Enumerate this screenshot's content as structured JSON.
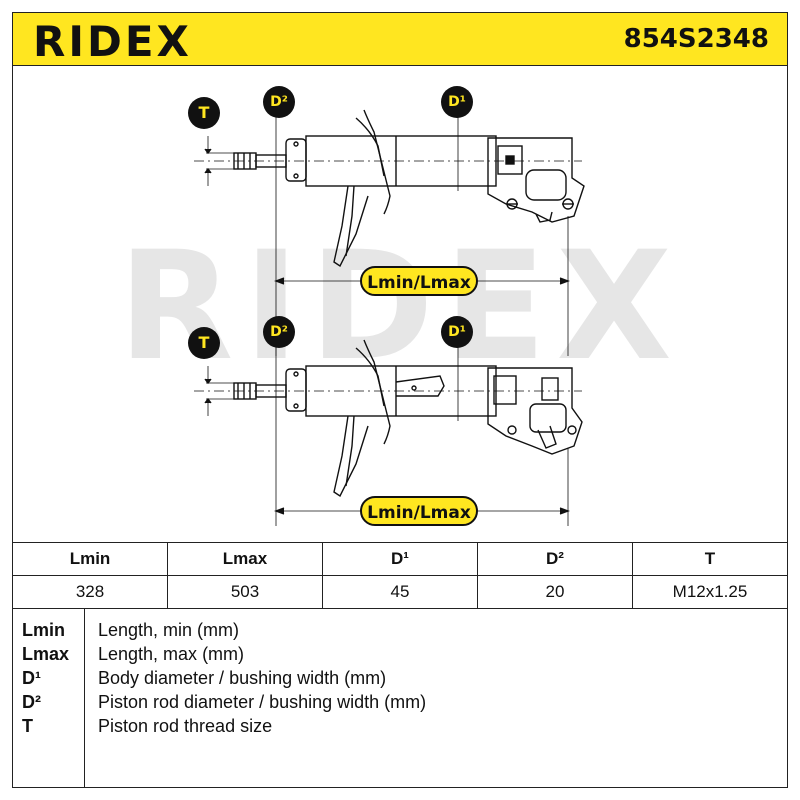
{
  "header": {
    "brand": "RIDEX",
    "part_number": "854S2348"
  },
  "watermark": "RIDEX",
  "dimension_labels": {
    "thread": "T",
    "rod_diameter": "D²",
    "body_diameter": "D¹",
    "length": "Lmin/Lmax"
  },
  "table": {
    "headers": [
      "Lmin",
      "Lmax",
      "D¹",
      "D²",
      "T"
    ],
    "values": [
      "328",
      "503",
      "45",
      "20",
      "M12x1.25"
    ]
  },
  "legend": [
    {
      "key": "Lmin",
      "desc": "Length, min (mm)"
    },
    {
      "key": "Lmax",
      "desc": "Length, max (mm)"
    },
    {
      "key": "D¹",
      "desc": "Body diameter / bushing width (mm)"
    },
    {
      "key": "D²",
      "desc": "Piston rod diameter / bushing width (mm)"
    },
    {
      "key": "T",
      "desc": "Piston rod thread size"
    }
  ],
  "colors": {
    "accent": "#ffe620",
    "ink": "#111111"
  }
}
